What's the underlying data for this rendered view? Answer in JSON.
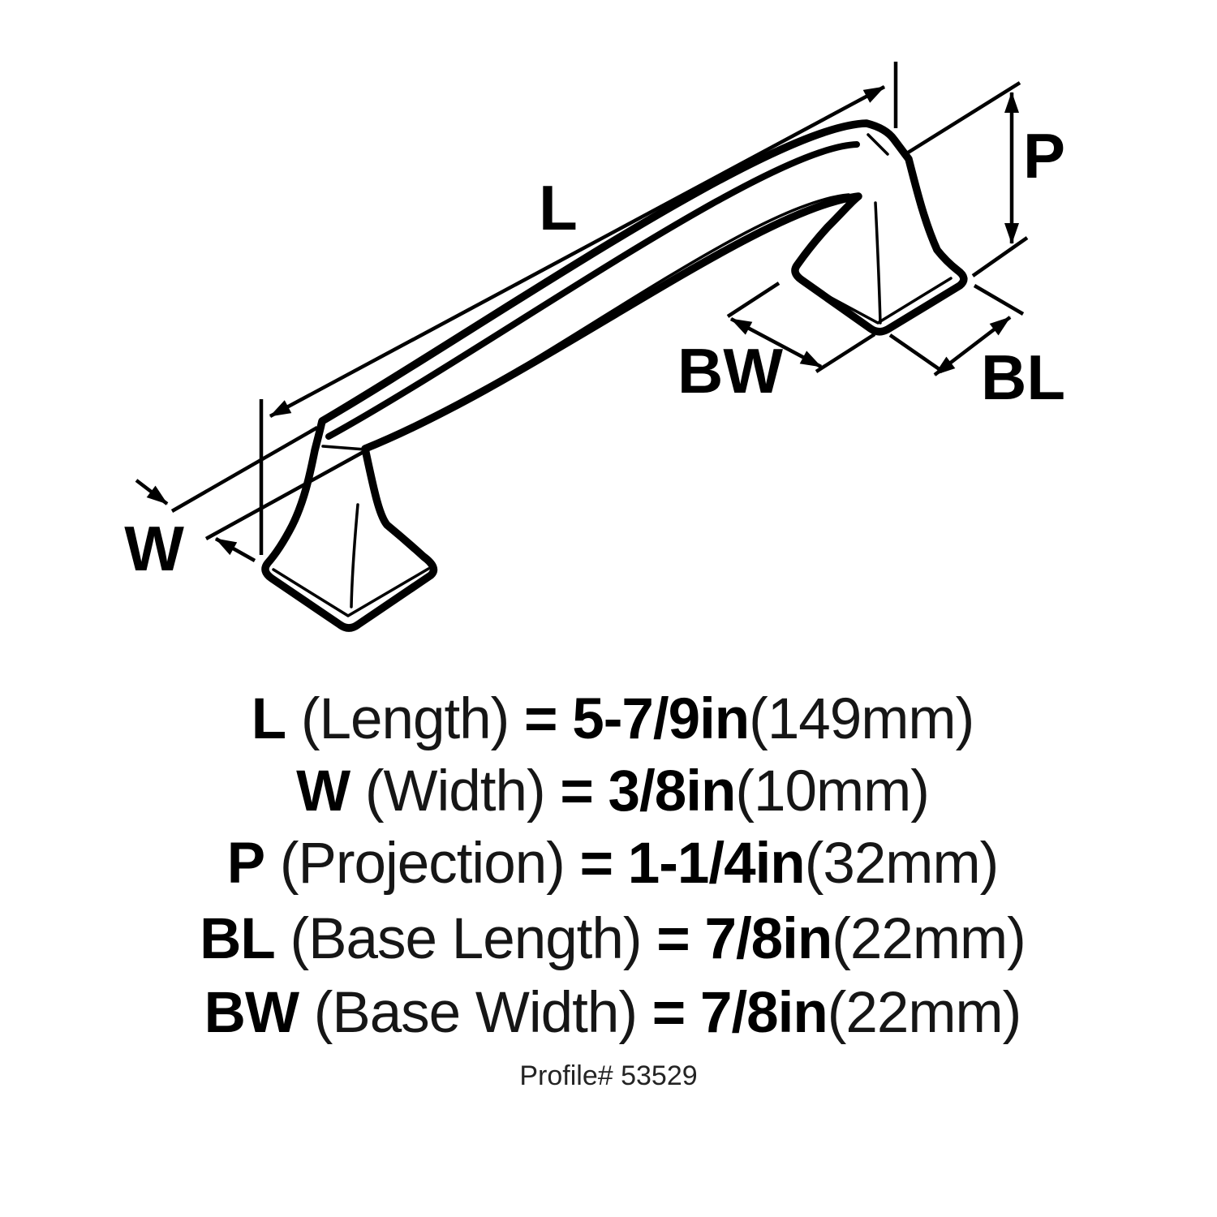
{
  "diagram": {
    "labels": {
      "length": "L",
      "width": "W",
      "projection": "P",
      "base_width": "BW",
      "base_length": "BL"
    }
  },
  "specs": {
    "lines": [
      {
        "label": "L",
        "descriptor": " (Length) ",
        "value": "= 5-7/9in",
        "metric": "(149mm)"
      },
      {
        "label": "W",
        "descriptor": " (Width) ",
        "value": "= 3/8in",
        "metric": "(10mm)"
      },
      {
        "label": "P",
        "descriptor": " (Projection) ",
        "value": "= 1-1/4in",
        "metric": "(32mm)"
      },
      {
        "label": "BL",
        "descriptor": " (Base Length) ",
        "value": "= 7/8in",
        "metric": "(22mm)"
      },
      {
        "label": "BW",
        "descriptor": " (Base Width) ",
        "value": "= 7/8in",
        "metric": "(22mm)"
      }
    ],
    "profile_number": "Profile# 53529"
  },
  "colors": {
    "ink": "#000000",
    "background": "#ffffff"
  }
}
